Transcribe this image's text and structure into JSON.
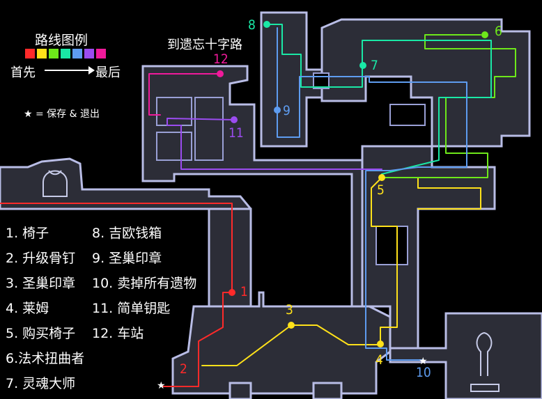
{
  "legend": {
    "title": "路线图例",
    "first": "首先",
    "last": "最后",
    "colors": [
      "#ff2a2a",
      "#ffe11a",
      "#6ee81a",
      "#1ae8a6",
      "#5e9cf0",
      "#9b4cf0",
      "#f01a9b"
    ]
  },
  "save_note": "★ = 保存 & 退出",
  "crossroads_label": "到遗忘十字路",
  "markers": [
    {
      "label": "1",
      "color": "#ff2a2a"
    },
    {
      "label": "2",
      "color": "#ff2a2a"
    },
    {
      "label": "3",
      "color": "#ffe11a"
    },
    {
      "label": "4",
      "color": "#ffe11a"
    },
    {
      "label": "5",
      "color": "#ffe11a"
    },
    {
      "label": "6",
      "color": "#6ee81a"
    },
    {
      "label": "7",
      "color": "#1ae8a6"
    },
    {
      "label": "8",
      "color": "#1ae8a6"
    },
    {
      "label": "9",
      "color": "#5e9cf0"
    },
    {
      "label": "10",
      "color": "#5e9cf0"
    },
    {
      "label": "11",
      "color": "#9b4cf0"
    },
    {
      "label": "12",
      "color": "#f01a9b"
    }
  ],
  "steps": [
    "1. 椅子",
    "2. 升级骨钉",
    "3. 圣巢印章",
    "4. 莱姆",
    "5. 购买椅子",
    "6.法术扭曲者",
    "7. 灵魂大师",
    "8. 吉欧钱箱",
    "9. 圣巢印章",
    "10. 卖掉所有遗物",
    "11. 简单钥匙",
    "12. 车站"
  ]
}
